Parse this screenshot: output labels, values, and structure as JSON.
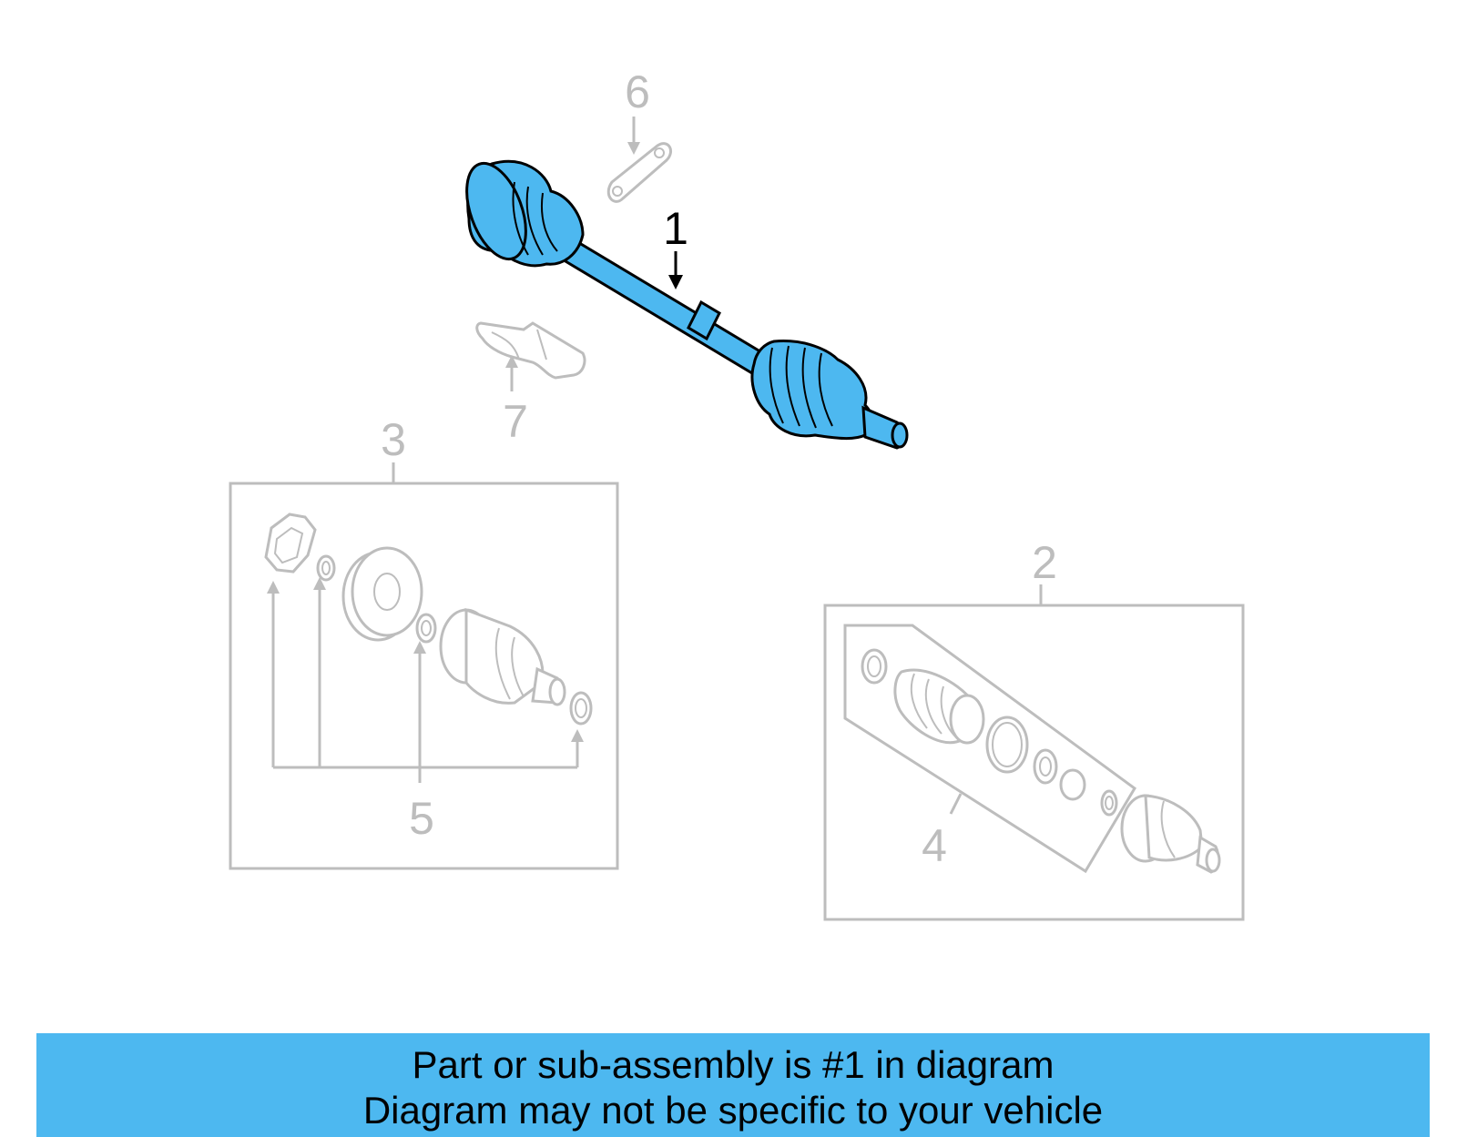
{
  "callouts": {
    "c1": "1",
    "c2": "2",
    "c3": "3",
    "c4": "4",
    "c5": "5",
    "c6": "6",
    "c7": "7"
  },
  "banner": {
    "line1": "Part or sub-assembly is #1 in diagram",
    "line2": "Diagram may not be specific to your vehicle"
  },
  "colors": {
    "highlight": "#4db8f0",
    "faint_part": "#bdbdbd",
    "outline": "#000000"
  }
}
